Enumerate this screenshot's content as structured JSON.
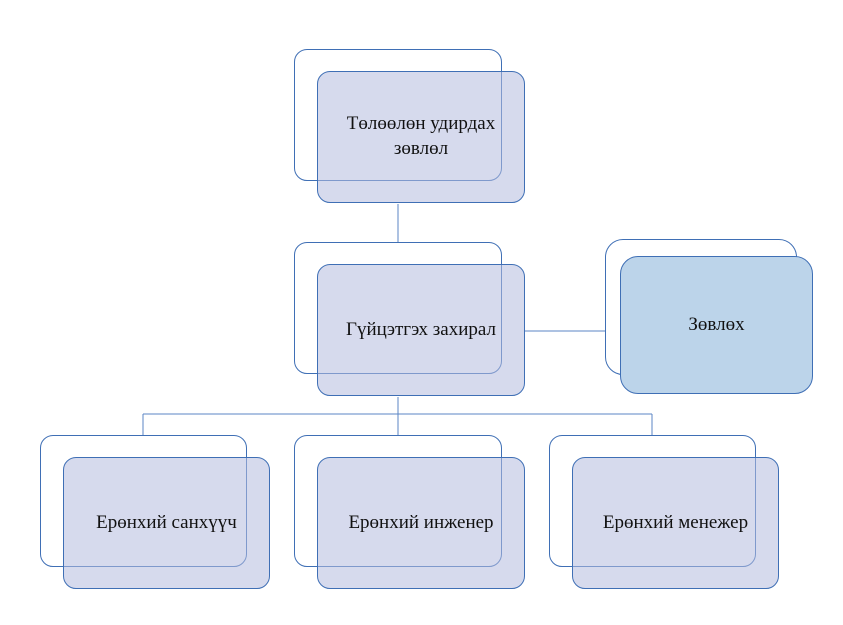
{
  "diagram": {
    "board": {
      "label": "Төлөөлөн удирдах зөвлөл"
    },
    "executive_director": {
      "label": "Гүйцэтгэх захирал"
    },
    "advisor": {
      "label": "Зөвлөх"
    },
    "chief_accountant": {
      "label": "Ерөнхий санхүүч"
    },
    "chief_engineer": {
      "label": "Ерөнхий инженер"
    },
    "chief_manager": {
      "label": "Ерөнхий менежер"
    }
  },
  "colors": {
    "outline": "#3f6fb5",
    "connector": "#5b86c4",
    "box_fill": "#d6d9ec",
    "advisor_fill": "#bcd4ea"
  }
}
